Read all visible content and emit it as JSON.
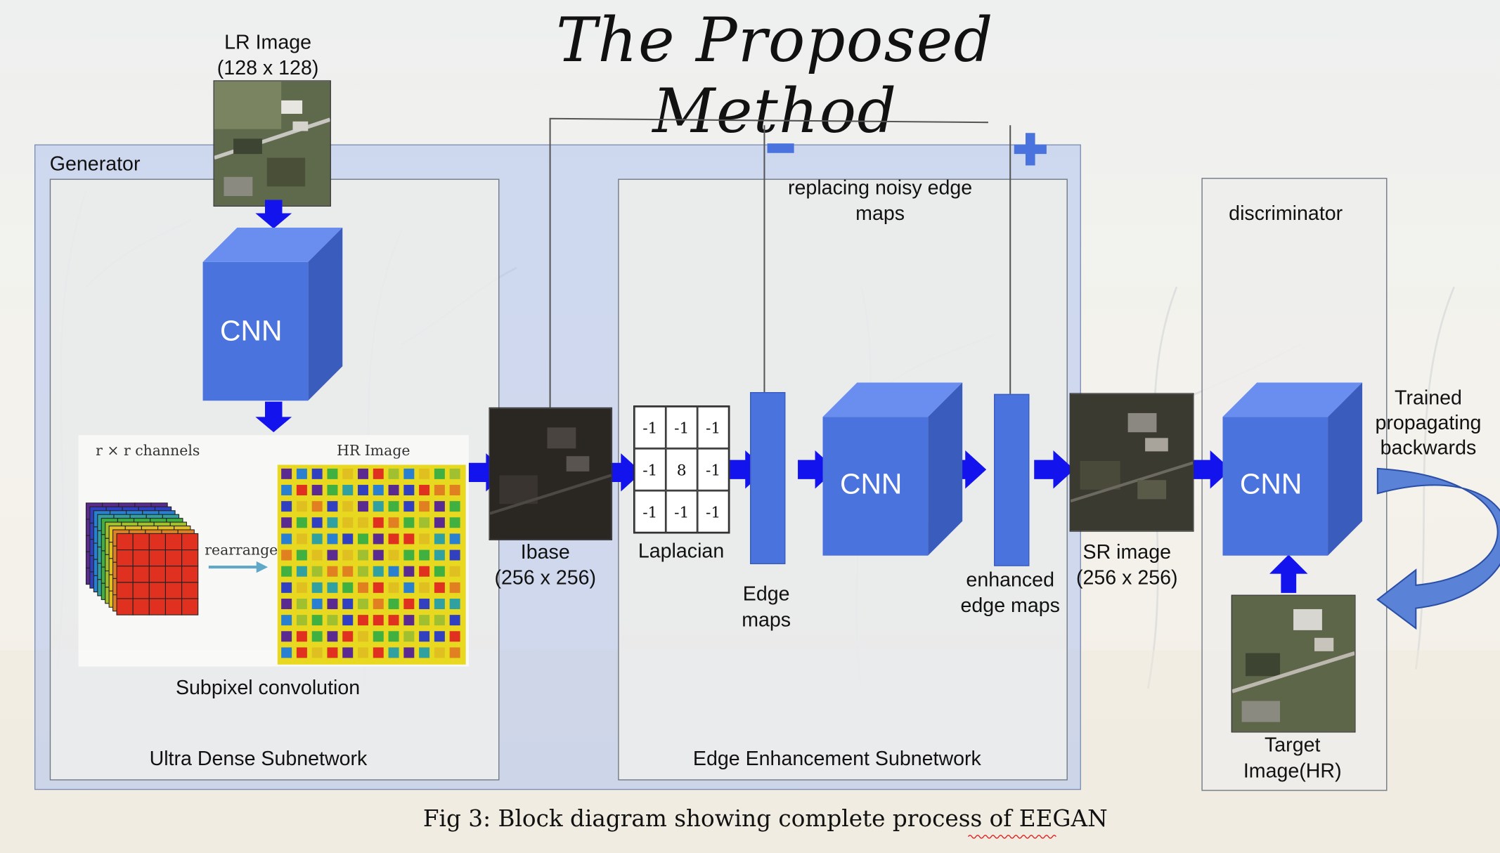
{
  "title": "The Proposed Method",
  "lr_image": {
    "label": "LR Image",
    "size": "(128 x 128)"
  },
  "generator": {
    "label": "Generator"
  },
  "ultra_dense": {
    "cnn_label": "CNN",
    "subpixel": {
      "channels_label": "r × r channels",
      "hr_label": "HR Image",
      "rearrange_label": "rearrange",
      "title": "Subpixel convolution"
    },
    "label": "Ultra Dense Subnetwork"
  },
  "ibase": {
    "label": "Ibase",
    "size": "(256 x 256)"
  },
  "edge_enhancement": {
    "noisy_label": "replacing noisy edge maps",
    "laplacian": {
      "label": "Laplacian",
      "kernel": [
        "-1",
        "-1",
        "-1",
        "-1",
        "8",
        "-1",
        "-1",
        "-1",
        "-1"
      ]
    },
    "edge_maps_label": "Edge maps",
    "cnn_label": "CNN",
    "enhanced_label": "enhanced edge maps",
    "label": "Edge Enhancement Subnetwork",
    "minus": "−",
    "plus": "+"
  },
  "sr_image": {
    "label": "SR image",
    "size": "(256 x 256)"
  },
  "discriminator": {
    "label": "discriminator",
    "cnn_label": "CNN",
    "feedback_label": "Trained propagating backwards",
    "target_label": "Target Image(HR)"
  },
  "caption": "Fig 3: Block diagram showing complete process of EEGAN",
  "colors": {
    "cnn_front": "#4a73dd",
    "cnn_side": "#3a5cbd",
    "cnn_top": "#6a8ef0",
    "arrow": "#1313ee",
    "generator_bg": "#b0c2ee"
  }
}
